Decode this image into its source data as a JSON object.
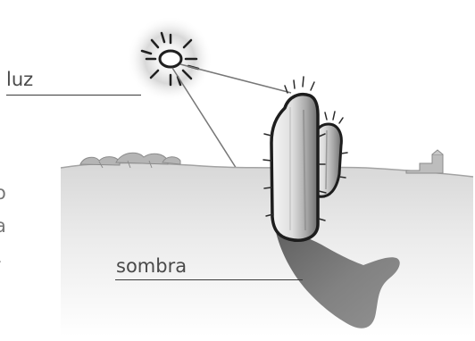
{
  "labels": {
    "light": "luz",
    "shadow": "sombra"
  },
  "edge_text": {
    "line_1": "o",
    "line_2": "a",
    "line_3": "-"
  },
  "colors": {
    "sun_glow": "#c9c9c9",
    "cactus_light": "#efefef",
    "cactus_mid": "#cfcfcf",
    "cactus_dark": "#7f7f7f",
    "shadow": "#686868",
    "ground": "#dddddd",
    "text": "#4a4a4a"
  }
}
